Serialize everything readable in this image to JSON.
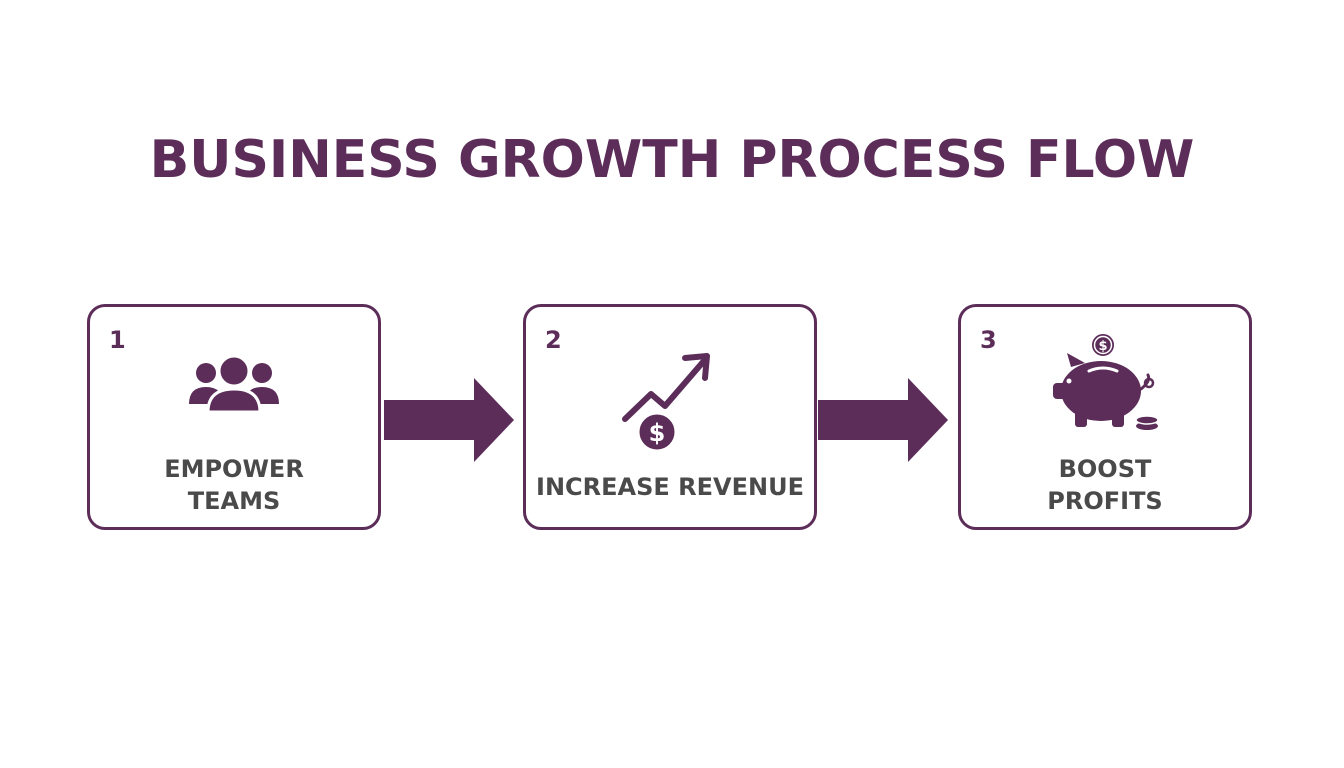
{
  "title": "BUSINESS GROWTH PROCESS FLOW",
  "colors": {
    "accent": "#5c2d59",
    "label_text": "#4a4a4a",
    "background": "#ffffff"
  },
  "steps": [
    {
      "number": "1",
      "label_lines": [
        "EMPOWER",
        "TEAMS"
      ],
      "icon": "team-icon"
    },
    {
      "number": "2",
      "label_lines": [
        "INCREASE REVENUE"
      ],
      "icon": "revenue-growth-icon"
    },
    {
      "number": "3",
      "label_lines": [
        "BOOST",
        "PROFITS"
      ],
      "icon": "piggy-bank-icon"
    }
  ],
  "connectors": [
    "arrow-right-icon",
    "arrow-right-icon"
  ]
}
